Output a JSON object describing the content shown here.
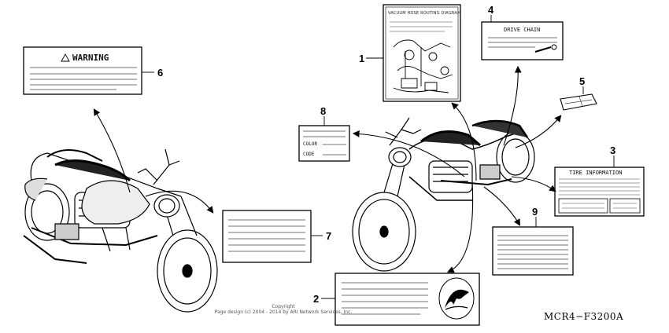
{
  "labels": {
    "warning_title": "WARNING",
    "vacuum_title": "VACUUM HOSE ROUTING DIAGRAM",
    "drive_chain_title": "DRIVE CHAIN",
    "tire_title": "TIRE INFORMATION",
    "color_label": "COLOR",
    "code_label": "CODE"
  },
  "callouts": [
    "1",
    "2",
    "3",
    "4",
    "5",
    "6",
    "7",
    "8",
    "9"
  ],
  "reference_code": "MCR4−F3200A",
  "copyright": {
    "line1": "Copyright",
    "line2": "Page design (c) 2004 - 2014 by ARI Network Services, Inc."
  }
}
